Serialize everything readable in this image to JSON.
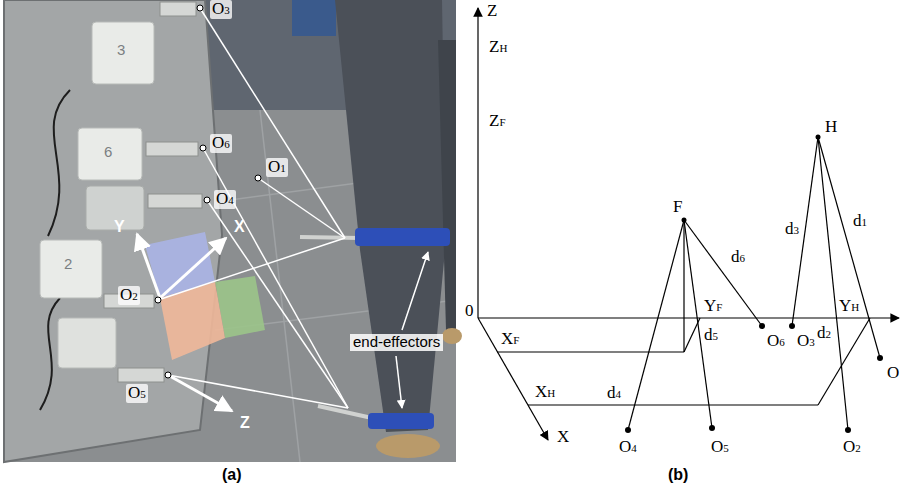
{
  "diagram": {
    "labels": [
      "(a)",
      "O3",
      "O6",
      "O1",
      "O4",
      "Y",
      "X",
      "O2",
      "O5",
      "Z",
      "end-effectors",
      "3",
      "6",
      "2",
      "(b)",
      "Z",
      "ZH",
      "ZF",
      "H",
      "F",
      "d6",
      "d3",
      "d1",
      "d2",
      "d5",
      "d4",
      "0",
      "YF",
      "YH",
      "XF",
      "XH",
      "X",
      "O6",
      "O3",
      "O",
      "O4",
      "O5",
      "O2"
    ]
  }
}
